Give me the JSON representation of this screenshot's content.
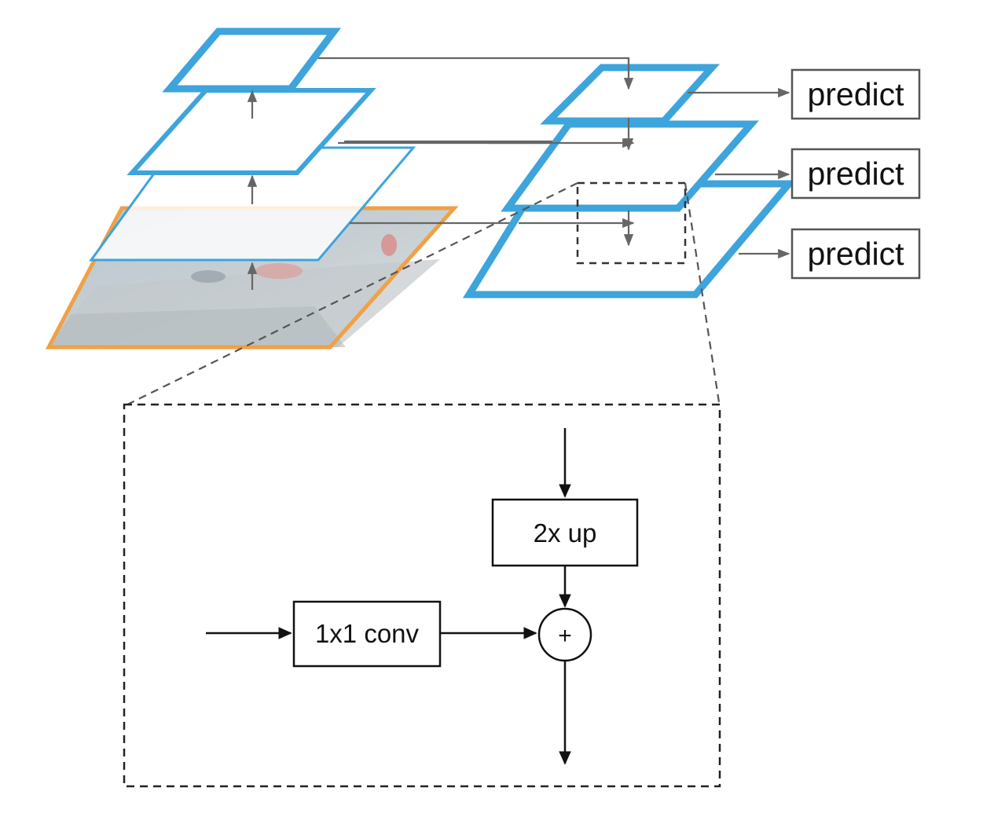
{
  "predict_labels": [
    "predict",
    "predict",
    "predict"
  ],
  "blocks": {
    "upsample": "2x up",
    "lateral": "1x1 conv",
    "merge": "+"
  },
  "colors": {
    "feature_blue": "#3da4dc",
    "image_border": "#f0a046",
    "arrow_gray": "#666666",
    "line_black": "#111111"
  }
}
